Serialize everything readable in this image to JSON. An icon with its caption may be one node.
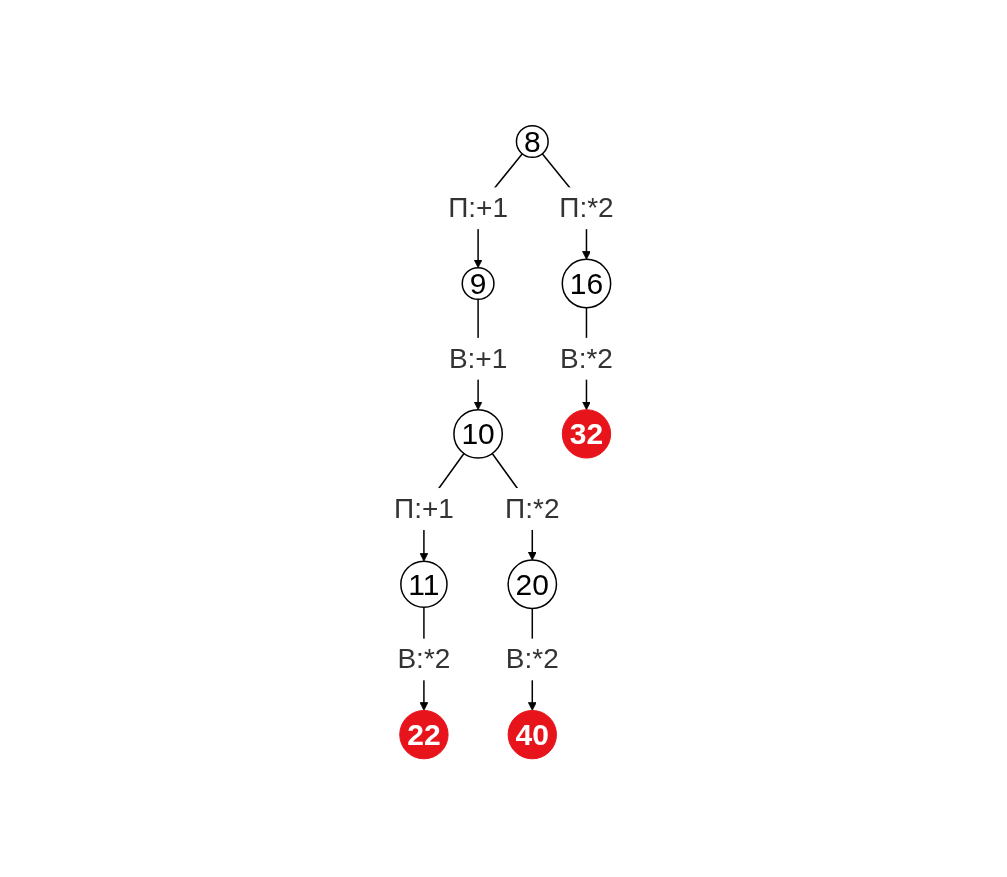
{
  "diagram": {
    "nodes": [
      {
        "text": [
          "8"
        ]
      },
      {
        "text": [
          "9"
        ]
      },
      {
        "text": [
          "16"
        ]
      },
      {
        "text": [
          "10"
        ]
      },
      {
        "text": [
          "32"
        ]
      },
      {
        "text": [
          "11"
        ]
      },
      {
        "text": [
          "20"
        ]
      },
      {
        "text": [
          "22"
        ]
      },
      {
        "text": [
          "40"
        ]
      }
    ],
    "edges": [
      {
        "from": 0,
        "to": 1,
        "arrow": "to",
        "label": "П:+1"
      },
      {
        "from": 0,
        "to": 2,
        "arrow": "to",
        "label": "П:*2"
      },
      {
        "from": 1,
        "to": 3,
        "arrow": "to",
        "label": "В:+1"
      },
      {
        "from": 2,
        "to": 4,
        "arrow": "to",
        "label": "В:*2"
      },
      {
        "from": 3,
        "to": 5,
        "arrow": "to",
        "label": "П:+1"
      },
      {
        "from": 3,
        "to": 6,
        "arrow": "to",
        "label": "П:*2"
      },
      {
        "from": 5,
        "to": 7,
        "arrow": "to",
        "label": "В:*2"
      },
      {
        "from": 6,
        "to": 8,
        "arrow": "to",
        "label": "В:*2"
      }
    ]
  }
}
